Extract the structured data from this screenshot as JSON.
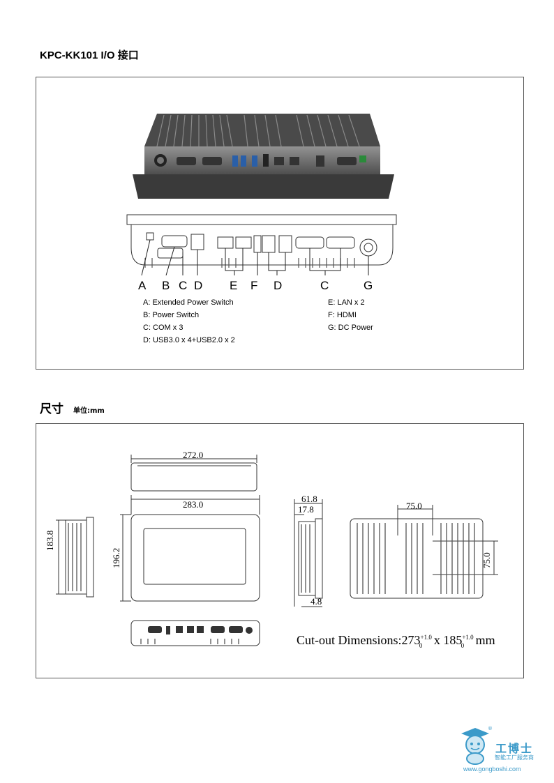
{
  "section1": {
    "title": "KPC-KK101  I/O 接口",
    "callouts": [
      "A",
      "B",
      "C",
      "D",
      "E",
      "F",
      "D",
      "C",
      "G"
    ],
    "legend_left": [
      "A: Extended Power Switch",
      "B: Power Switch",
      "C: COM x 3",
      "D: USB3.0 x 4+USB2.0 x 2"
    ],
    "legend_right": [
      "E: LAN x 2",
      "F: HDMI",
      "G: DC Power"
    ]
  },
  "section2": {
    "title": "尺寸",
    "unit": "单位:mm",
    "dims": {
      "top_width": "272.0",
      "front_width": "283.0",
      "side_height": "183.8",
      "front_height": "196.2",
      "depth": "61.8",
      "depth2": "17.8",
      "bezel": "4.8",
      "vesa_h": "75.0",
      "vesa_v": "75.0"
    },
    "cutout": {
      "label": "Cut-out Dimensions:",
      "w": "273",
      "w_tol_plus": "+1.0",
      "w_tol_minus": "0",
      "x": "x",
      "h": "185",
      "h_tol_plus": "+1.0",
      "h_tol_minus": "0",
      "unit": "mm"
    }
  },
  "logo": {
    "name": "工博士",
    "sub": "智能工厂服务商",
    "url": "www.gongboshi.com",
    "reg": "®"
  },
  "colors": {
    "accent": "#3b9ac9",
    "device_dark": "#3a3a3a",
    "line": "#555555"
  }
}
